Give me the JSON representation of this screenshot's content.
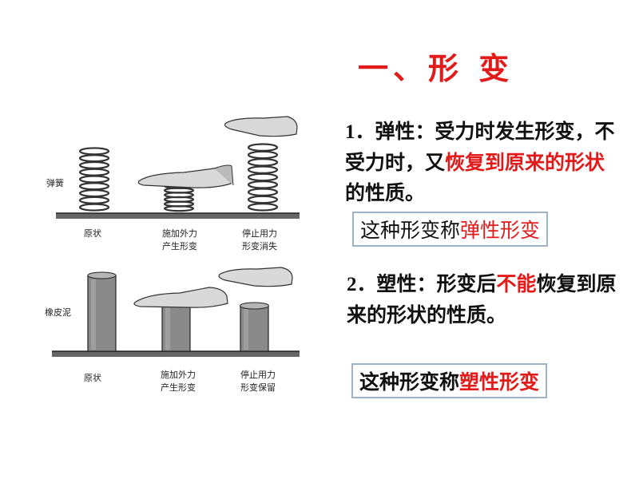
{
  "title": "一、形 变",
  "para1": {
    "num": "1",
    "parts": [
      "．弹性：受力时发生形变，不受力时，又",
      "恢复到原来的形状",
      "的性质。"
    ]
  },
  "box1": {
    "pre": "这种形变称",
    "hl": "弹性形变"
  },
  "para2": {
    "num": "2",
    "parts": [
      "．塑性：形变后",
      "不能",
      "恢复到原来的形状的性质。"
    ]
  },
  "box2": {
    "pre": "这种形变称",
    "hl": "塑性形变"
  },
  "figure": {
    "spring_row_label": "弹簧",
    "clay_row_label": "橡皮泥",
    "spring_captions": [
      "原状",
      "施加外力\n产生形变",
      "停止用力\n形变消失"
    ],
    "clay_captions": [
      "原状",
      "施加外力\n产生形变",
      "停止用力\n形变保留"
    ]
  },
  "colors": {
    "highlight": "#e31a1a",
    "box_border": "#9fb3c8"
  }
}
